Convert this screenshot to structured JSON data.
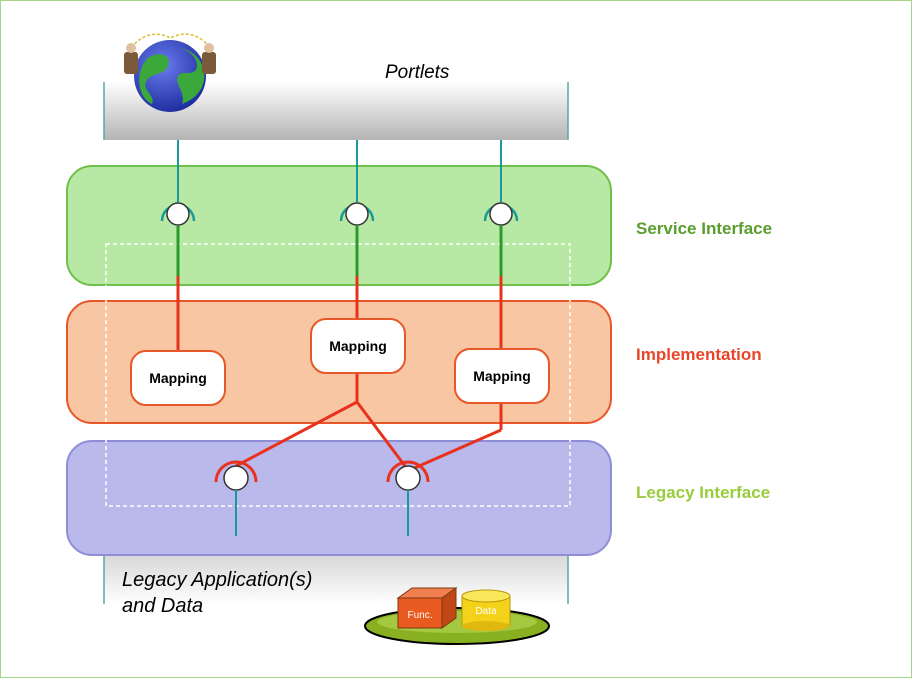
{
  "portlets": {
    "title": "Portlets"
  },
  "layers": {
    "service_interface": {
      "label": "Service Interface",
      "color": "#5a9e2f"
    },
    "implementation": {
      "label": "Implementation",
      "color": "#e8462a"
    },
    "legacy_interface": {
      "label": "Legacy Interface",
      "color": "#98cc3c"
    }
  },
  "mappings": [
    {
      "label": "Mapping"
    },
    {
      "label": "Mapping"
    },
    {
      "label": "Mapping"
    }
  ],
  "legacy_app": {
    "line1": "Legacy Application(s)",
    "line2": "and Data"
  },
  "legacy_icons": {
    "func_label": "Func.",
    "data_label": "Data"
  },
  "colors": {
    "service_fill": "#b8e9a4",
    "implementation_fill": "#f8c6a2",
    "legacy_fill": "#b9b9ec",
    "connector_teal": "#1a9a9a",
    "connector_red": "#e8321e"
  }
}
